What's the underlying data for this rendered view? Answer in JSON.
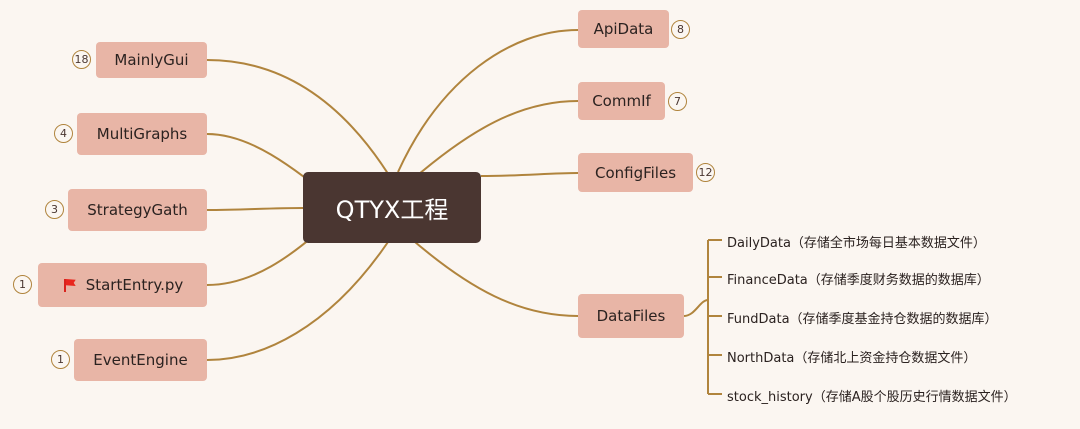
{
  "root": {
    "label": "QTYX工程"
  },
  "left_nodes": [
    {
      "label": "MainlyGui",
      "badge": "18"
    },
    {
      "label": "MultiGraphs",
      "badge": "4"
    },
    {
      "label": "StrategyGath",
      "badge": "3"
    },
    {
      "label": "StartEntry.py",
      "badge": "1",
      "icon": "flag-icon",
      "icon_color": "#e8271e"
    },
    {
      "label": "EventEngine",
      "badge": "1"
    }
  ],
  "right_nodes": [
    {
      "label": "ApiData",
      "badge": "8"
    },
    {
      "label": "CommIf",
      "badge": "7"
    },
    {
      "label": "ConfigFiles",
      "badge": "12"
    },
    {
      "label": "DataFiles",
      "badge": ""
    }
  ],
  "datafiles_children": [
    "DailyData（存储全市场每日基本数据文件）",
    "FinanceData（存储季度财务数据的数据库）",
    "FundData（存储季度基金持仓数据的数据库）",
    "NorthData（存储北上资金持仓数据文件）",
    "stock_history（存储A股个股历史行情数据文件）"
  ],
  "colors": {
    "background": "#fbf6f1",
    "root_fill": "#4a3631",
    "node_fill": "#e8b5a6",
    "connector": "#b0843d"
  }
}
